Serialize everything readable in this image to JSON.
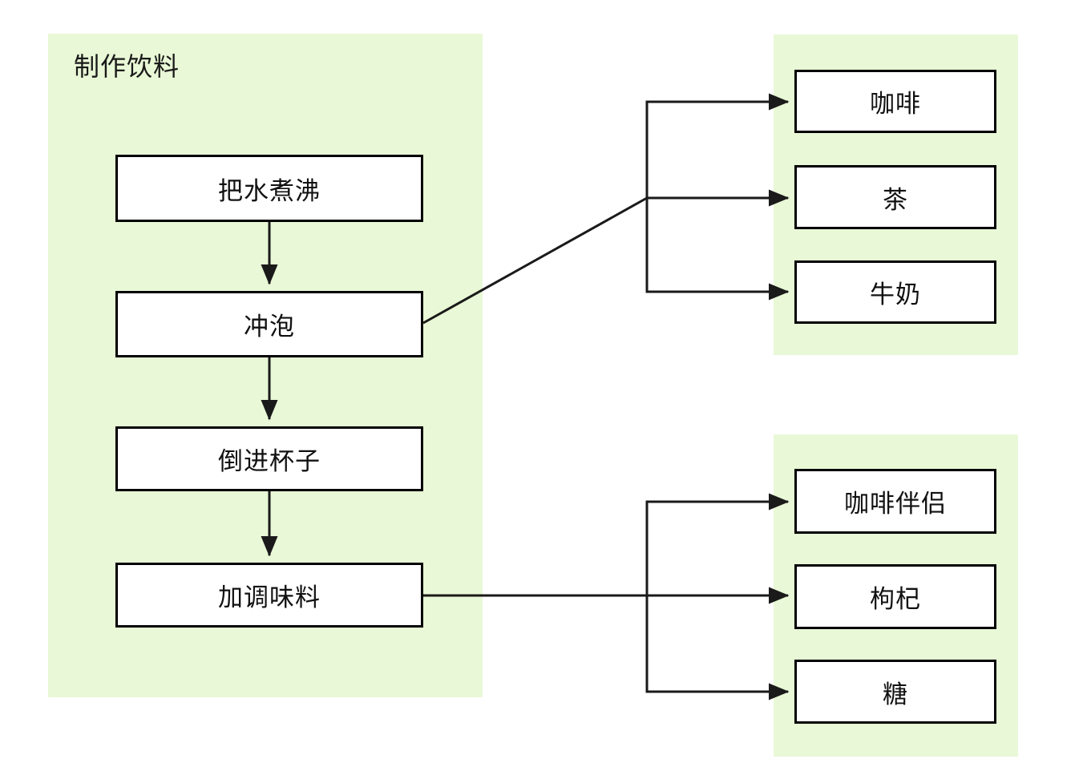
{
  "diagram": {
    "type": "flowchart",
    "title": "制作饮料",
    "process_steps": [
      {
        "label": "把水煮沸"
      },
      {
        "label": "冲泡"
      },
      {
        "label": "倒进杯子"
      },
      {
        "label": "加调味料"
      }
    ],
    "brew_options": [
      {
        "label": "咖啡"
      },
      {
        "label": "茶"
      },
      {
        "label": "牛奶"
      }
    ],
    "seasoning_options": [
      {
        "label": "咖啡伴侣"
      },
      {
        "label": "枸杞"
      },
      {
        "label": "糖"
      }
    ],
    "edges": [
      {
        "from": "把水煮沸",
        "to": "冲泡"
      },
      {
        "from": "冲泡",
        "to": "倒进杯子"
      },
      {
        "from": "倒进杯子",
        "to": "加调味料"
      },
      {
        "from": "冲泡",
        "to": "咖啡"
      },
      {
        "from": "冲泡",
        "to": "茶"
      },
      {
        "from": "冲泡",
        "to": "牛奶"
      },
      {
        "from": "加调味料",
        "to": "咖啡伴侣"
      },
      {
        "from": "加调味料",
        "to": "枸杞"
      },
      {
        "from": "加调味料",
        "to": "糖"
      }
    ],
    "colors": {
      "group_fill": "#e9f8d6",
      "node_fill": "#ffffff",
      "node_border": "#000000",
      "edge": "#1a1a1a",
      "text": "#111111",
      "background": "#ffffff"
    }
  }
}
